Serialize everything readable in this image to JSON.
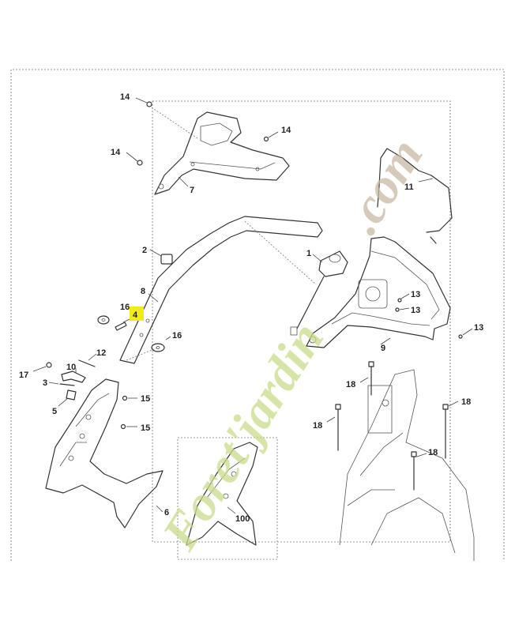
{
  "colors": {
    "line": "#333333",
    "highlight": "#f3ea1a",
    "watermark_green": "#c9dd8a",
    "watermark_brown": "#c8b9a3"
  },
  "watermark": {
    "text_main": "Foret'jardin",
    "text_tail": ".com"
  },
  "labels": {
    "l14a": "14",
    "l14b": "14",
    "l14c": "14",
    "l7": "7",
    "l11": "11",
    "l2": "2",
    "l8": "8",
    "l1": "1",
    "l13a": "13",
    "l13b": "13",
    "l13c": "13",
    "l16a": "16",
    "l4": "4",
    "l16b": "16",
    "l9": "9",
    "l12": "12",
    "l17": "17",
    "l10": "10",
    "l3": "3",
    "l5": "5",
    "l15a": "15",
    "l15b": "15",
    "l18a": "18",
    "l18b": "18",
    "l18c": "18",
    "l18d": "18",
    "l6": "6",
    "l100": "100"
  }
}
